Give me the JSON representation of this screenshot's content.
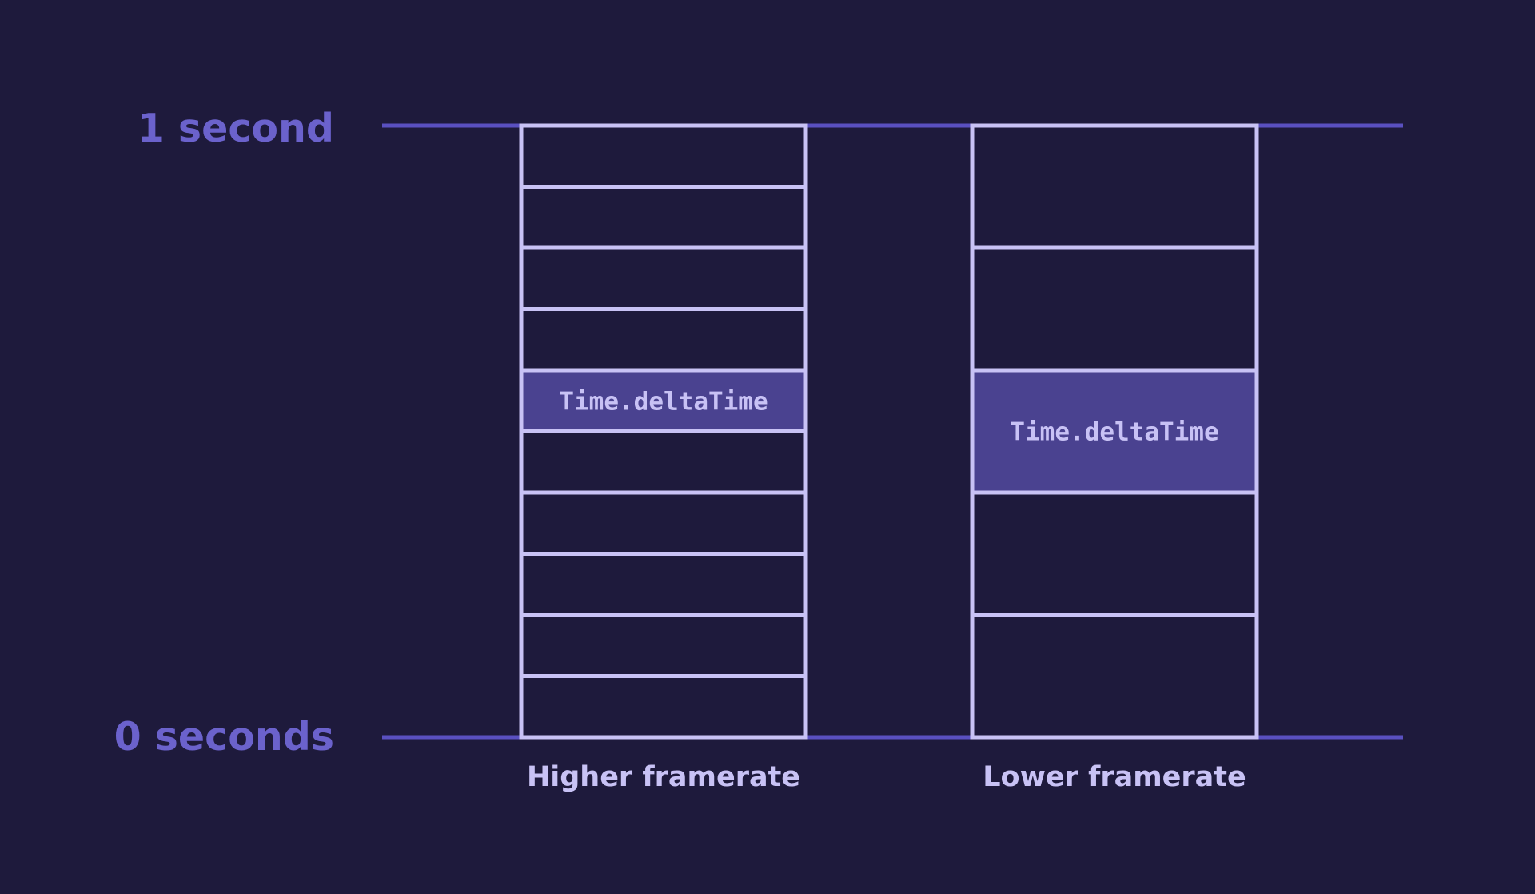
{
  "axis": {
    "top_label": "1 second",
    "bottom_label": "0 seconds"
  },
  "columns": [
    {
      "label": "Higher framerate",
      "frame_count": 10,
      "highlight_index": 4,
      "highlight_label": "Time.deltaTime"
    },
    {
      "label": "Lower framerate",
      "frame_count": 5,
      "highlight_index": 2,
      "highlight_label": "Time.deltaTime"
    }
  ],
  "colors": {
    "background": "#1e1a3c",
    "axis_line": "#5a50c0",
    "frame_border": "#c8c2f5",
    "frame_fill": "#1e1a3c",
    "highlight_fill": "#4a4290",
    "axis_text": "#6b62cc",
    "label_text": "#c8c2f5"
  }
}
